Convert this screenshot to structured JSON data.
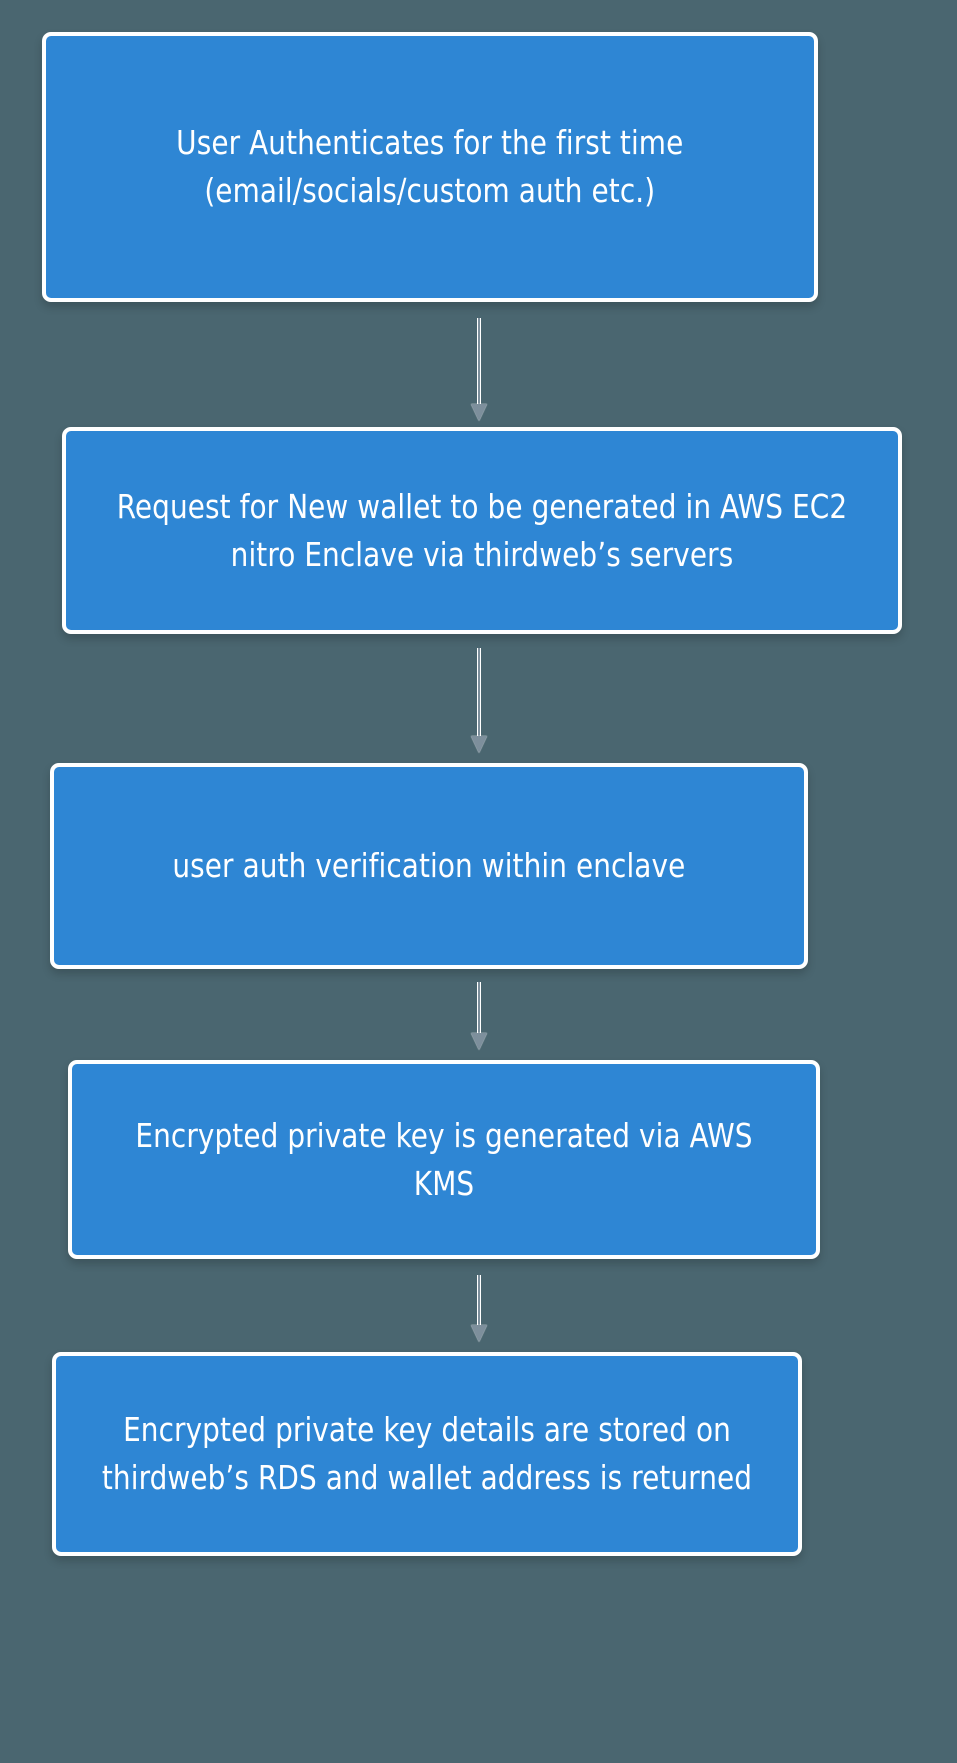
{
  "diagram": {
    "title": "thirdweb enclave wallet creation flow",
    "type": "flowchart",
    "orientation": "top-to-bottom",
    "background_color": "#4a6670",
    "node_fill_color": "#2e86d4",
    "node_border_color": "#ffffff",
    "node_text_color": "#ffffff",
    "connector_color": "#7d8f9c",
    "nodes": [
      {
        "id": "node-0",
        "order": 1,
        "label": "User Authenticates for the first time\n(email/socials/custom auth etc.)"
      },
      {
        "id": "node-1",
        "order": 2,
        "label": "Request for New wallet to be generated in AWS EC2 nitro Enclave via thirdweb’s servers"
      },
      {
        "id": "node-2",
        "order": 3,
        "label": "user auth verification within enclave"
      },
      {
        "id": "node-3",
        "order": 4,
        "label": "Encrypted private key is generated via AWS KMS"
      },
      {
        "id": "node-4",
        "order": 5,
        "label": "Encrypted private key details are stored on thirdweb’s RDS and wallet address is returned"
      }
    ],
    "connectors": [
      {
        "id": "conn-0",
        "from": "node-0",
        "to": "node-1",
        "style": "arrow-down"
      },
      {
        "id": "conn-1",
        "from": "node-1",
        "to": "node-2",
        "style": "arrow-down"
      },
      {
        "id": "conn-2",
        "from": "node-2",
        "to": "node-3",
        "style": "arrow-down"
      },
      {
        "id": "conn-3",
        "from": "node-3",
        "to": "node-4",
        "style": "arrow-down"
      }
    ]
  }
}
